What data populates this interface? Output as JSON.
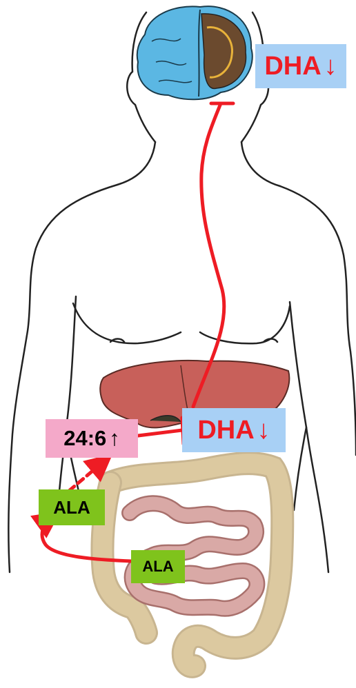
{
  "labels": {
    "brain_dha": {
      "text": "DHA",
      "arrow": "↓",
      "box_color": "#a8d0f5",
      "text_color": "#ee1c24"
    },
    "liver_dha": {
      "text": "DHA",
      "arrow": "↓",
      "box_color": "#a8d0f5",
      "text_color": "#ee1c24"
    },
    "ratio": {
      "text": "24:6",
      "arrow": "↑",
      "box_color": "#f4a9c9",
      "text_color": "#000000"
    },
    "ala_upper": {
      "text": "ALA",
      "box_color": "#7fc31c",
      "text_color": "#000000"
    },
    "ala_lower": {
      "text": "ALA",
      "box_color": "#7fc31c",
      "text_color": "#000000"
    }
  },
  "colors": {
    "pathway_arrow": "#ee1c24",
    "body_outline": "#222222",
    "liver": "#c8605a",
    "large_intestine": "#dcc9a0",
    "small_intestine": "#d9a9a6",
    "brain": "#5bb7e3"
  }
}
